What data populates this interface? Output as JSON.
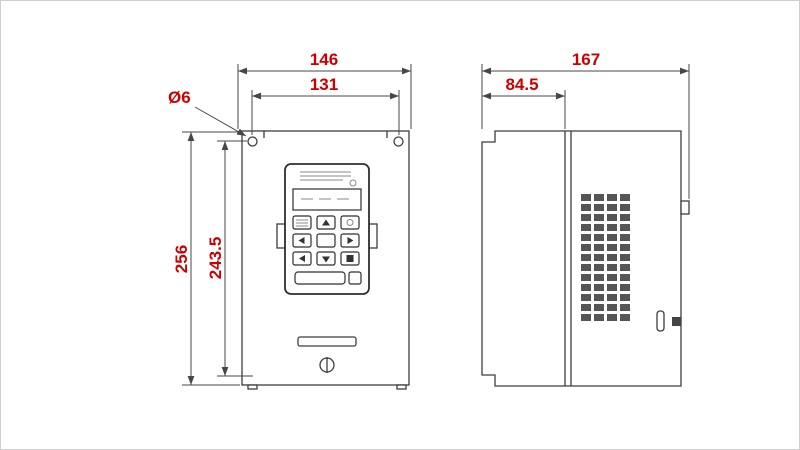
{
  "dimensions": {
    "front": {
      "overall_width": "146",
      "mount_width": "131",
      "hole_diameter": "Ø6",
      "overall_height": "256",
      "mount_height": "243.5"
    },
    "side": {
      "overall_depth": "167",
      "mount_depth": "84.5"
    }
  },
  "colors": {
    "dimension_text": "#cc0000",
    "object_line": "#3d3d3d",
    "dimension_line": "#474747",
    "vent_slot": "#555555"
  }
}
